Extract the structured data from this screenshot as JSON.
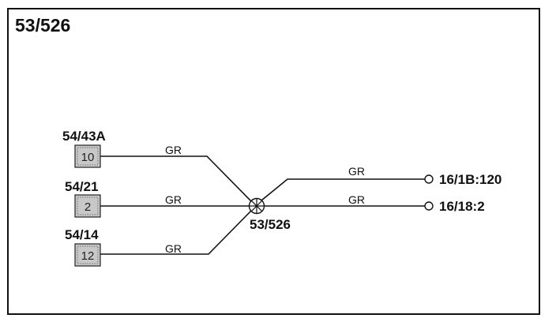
{
  "diagram": {
    "title": "53/526",
    "splice": {
      "label": "53/526"
    },
    "connectors": [
      {
        "id": "54/43A",
        "pin": "10",
        "wire": "GR"
      },
      {
        "id": "54/21",
        "pin": "2",
        "wire": "GR"
      },
      {
        "id": "54/14",
        "pin": "12",
        "wire": "GR"
      }
    ],
    "outputs": [
      {
        "terminal": "16/1B:120",
        "wire": "GR"
      },
      {
        "terminal": "16/18:2",
        "wire": "GR"
      }
    ]
  }
}
